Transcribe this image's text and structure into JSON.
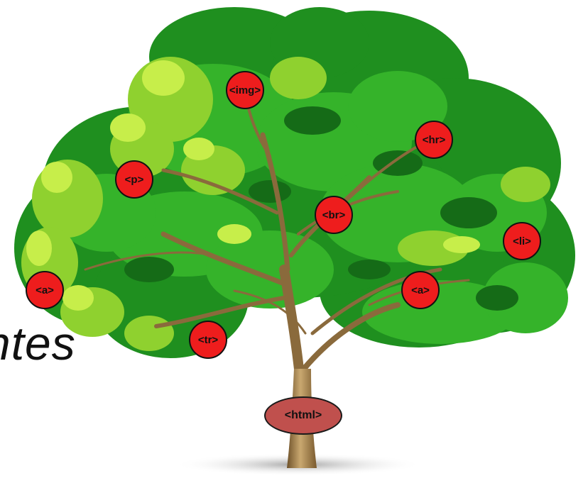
{
  "partial_text": "ntes",
  "root_tag": "<html>",
  "tags": {
    "img": "<img>",
    "hr": "<hr>",
    "p": "<p>",
    "br": "<br>",
    "li": "<li>",
    "a_left": "<a>",
    "a_right": "<a>",
    "tr": "<tr>"
  },
  "colors": {
    "tag_fill": "#ee1d1d",
    "root_fill": "#c0504d",
    "foliage_dark": "#1f8f1f",
    "foliage_mid": "#35b32a",
    "foliage_light": "#8fd12f",
    "foliage_highlight": "#c7ee4a",
    "trunk": "#8a6a3c"
  },
  "icons": {
    "tree": "tree-illustration"
  }
}
